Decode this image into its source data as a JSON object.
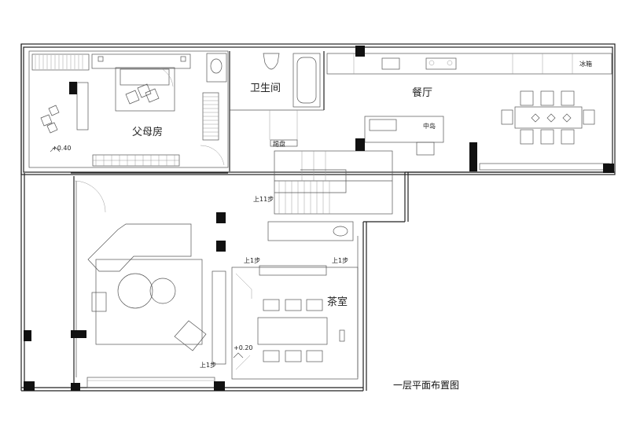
{
  "plan": {
    "title": "一层平面布置图",
    "rooms": {
      "parents": "父母房",
      "bathroom": "卫生间",
      "dining": "餐厅",
      "tea": "茶室"
    },
    "labels": {
      "island": "中岛",
      "fridge": "冰箱",
      "stairs_up": "上11步",
      "step_a": "上1步",
      "step_b": "上1步",
      "step_c": "上1步",
      "elev_parents": "+0.40",
      "elev_tea": "+0.20",
      "small_tag": "踢盘"
    }
  }
}
